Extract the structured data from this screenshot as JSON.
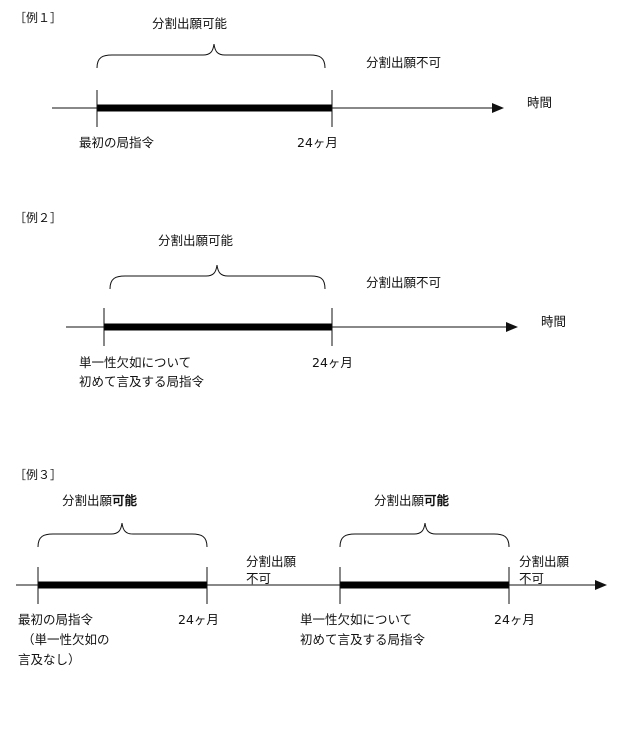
{
  "examples": [
    {
      "label": "［例１］",
      "divisible": "分割出願可能",
      "not_divisible": "分割出願不可",
      "time": "時間",
      "start": "最初の局指令",
      "end": "24ヶ月"
    },
    {
      "label": "［例２］",
      "divisible": "分割出願可能",
      "not_divisible": "分割出願不可",
      "time": "時間",
      "start_line1": "単一性欠如について",
      "start_line2": "初めて言及する局指令",
      "end": "24ヶ月"
    },
    {
      "label": "［例３］",
      "divisible1_prefix": "分割出願",
      "divisible1_bold": "可能",
      "divisible2_prefix": "分割出願",
      "divisible2_bold": "可能",
      "not_divisible_mid_line1": "分割出願",
      "not_divisible_mid_line2": "不可",
      "not_divisible_end_line1": "分割出願",
      "not_divisible_end_line2": "不可",
      "start1_line1": "最初の局指令",
      "start1_line2": "（単一性欠如の",
      "start1_line3": "言及なし）",
      "end1": "24ヶ月",
      "start2_line1": "単一性欠如について",
      "start2_line2": "初めて言及する局指令",
      "end2": "24ヶ月"
    }
  ]
}
